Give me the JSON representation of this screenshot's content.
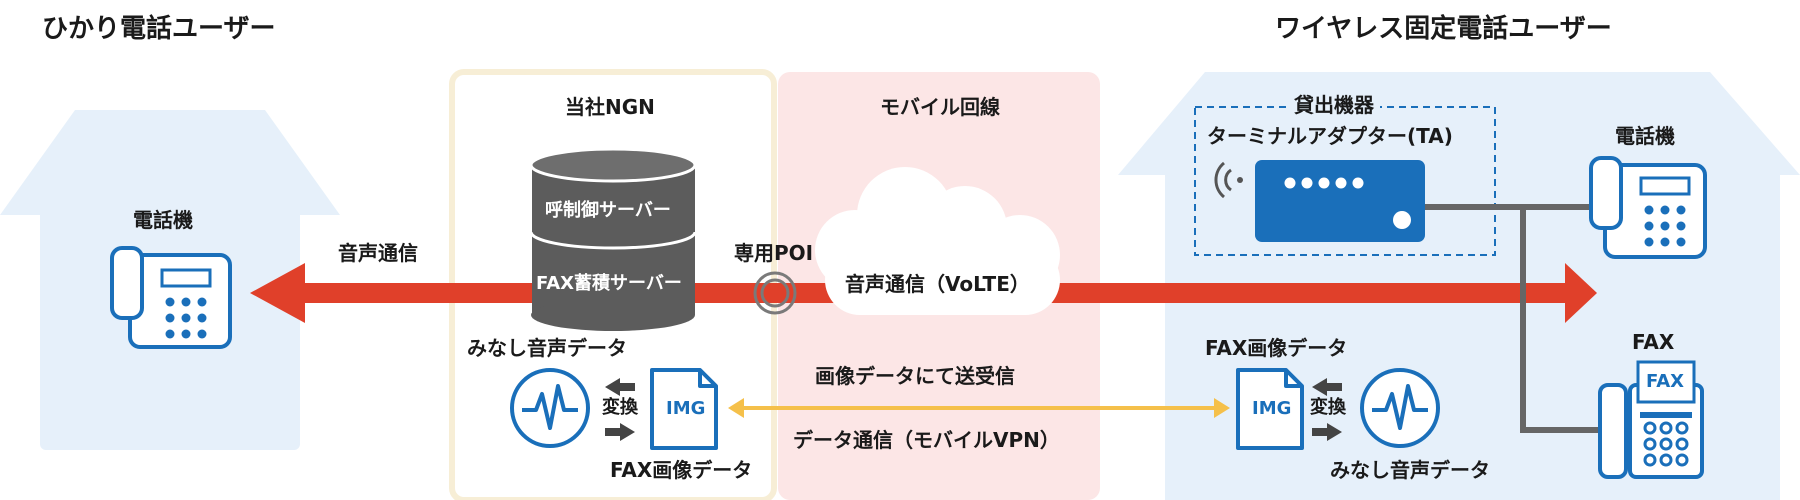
{
  "headings": {
    "left_user": "ひかり電話ユーザー",
    "right_user": "ワイヤレス固定電話ユーザー"
  },
  "left_house": {
    "phone_label": "電話機"
  },
  "ngn": {
    "title": "当社NGN",
    "call_server": "呼制御サーバー",
    "fax_server": "FAX蓄積サーバー",
    "pseudo_voice_label": "みなし音声データ",
    "convert_label": "変換",
    "fax_image_label": "FAX画像データ",
    "img_badge": "IMG"
  },
  "mobile": {
    "title": "モバイル回線",
    "volte_label": "音声通信（VoLTE）"
  },
  "links": {
    "voice_label": "音声通信",
    "poi_label": "専用POI",
    "image_exchange_label": "画像データにて送受信",
    "data_vpn_label": "データ通信（モバイルVPN）"
  },
  "right_house": {
    "rental_label": "貸出機器",
    "ta_label": "ターミナルアダプター(TA)",
    "phone_label": "電話機",
    "fax_label": "FAX",
    "fax_badge": "FAX",
    "fax_image_label": "FAX画像データ",
    "convert_label": "変換",
    "pseudo_voice_label": "みなし音声データ",
    "img_badge": "IMG"
  },
  "colors": {
    "house_fill": "#e6f0fa",
    "ngn_border": "#f7eed6",
    "mobile_fill": "#fce6e6",
    "voice_arrow": "#e0402a",
    "data_arrow": "#f5c04a",
    "device_blue": "#1a6fba",
    "db_gray": "#5c5c5c"
  }
}
